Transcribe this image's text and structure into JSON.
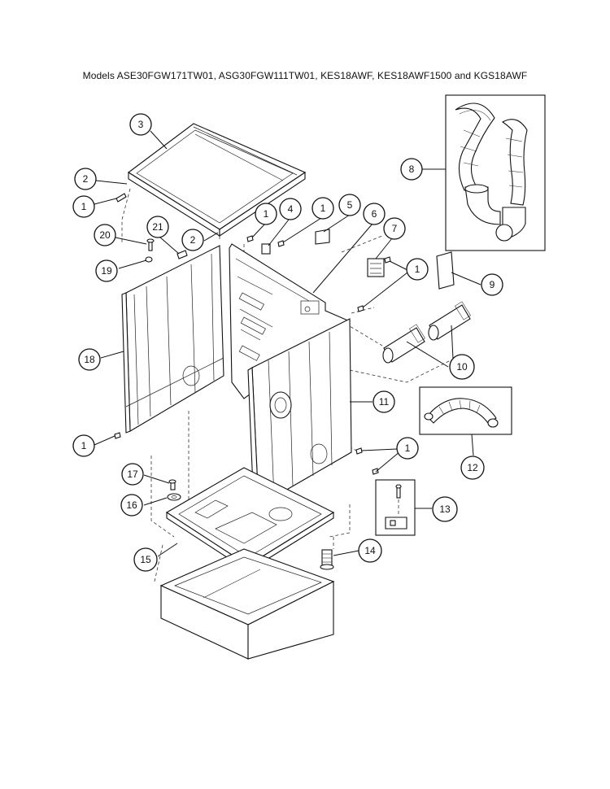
{
  "title": "Models ASE30FGW171TW01, ASG30FGW111TW01, KES18AWF, KES18AWF1500 and KGS18AWF",
  "callouts": [
    {
      "id": "c3",
      "label": "3"
    },
    {
      "id": "c2a",
      "label": "2"
    },
    {
      "id": "c1a",
      "label": "1"
    },
    {
      "id": "c1b",
      "label": "1"
    },
    {
      "id": "c4",
      "label": "4"
    },
    {
      "id": "c1c",
      "label": "1"
    },
    {
      "id": "c5",
      "label": "5"
    },
    {
      "id": "c6",
      "label": "6"
    },
    {
      "id": "c21",
      "label": "21"
    },
    {
      "id": "c20",
      "label": "20"
    },
    {
      "id": "c2b",
      "label": "2"
    },
    {
      "id": "c7",
      "label": "7"
    },
    {
      "id": "c19",
      "label": "19"
    },
    {
      "id": "c1d",
      "label": "1"
    },
    {
      "id": "c8",
      "label": "8"
    },
    {
      "id": "c9",
      "label": "9"
    },
    {
      "id": "c18",
      "label": "18"
    },
    {
      "id": "c10",
      "label": "10"
    },
    {
      "id": "c11",
      "label": "11"
    },
    {
      "id": "c1e",
      "label": "1"
    },
    {
      "id": "c1f",
      "label": "1"
    },
    {
      "id": "c12",
      "label": "12"
    },
    {
      "id": "c17",
      "label": "17"
    },
    {
      "id": "c13",
      "label": "13"
    },
    {
      "id": "c16",
      "label": "16"
    },
    {
      "id": "c14",
      "label": "14"
    },
    {
      "id": "c15",
      "label": "15"
    }
  ]
}
